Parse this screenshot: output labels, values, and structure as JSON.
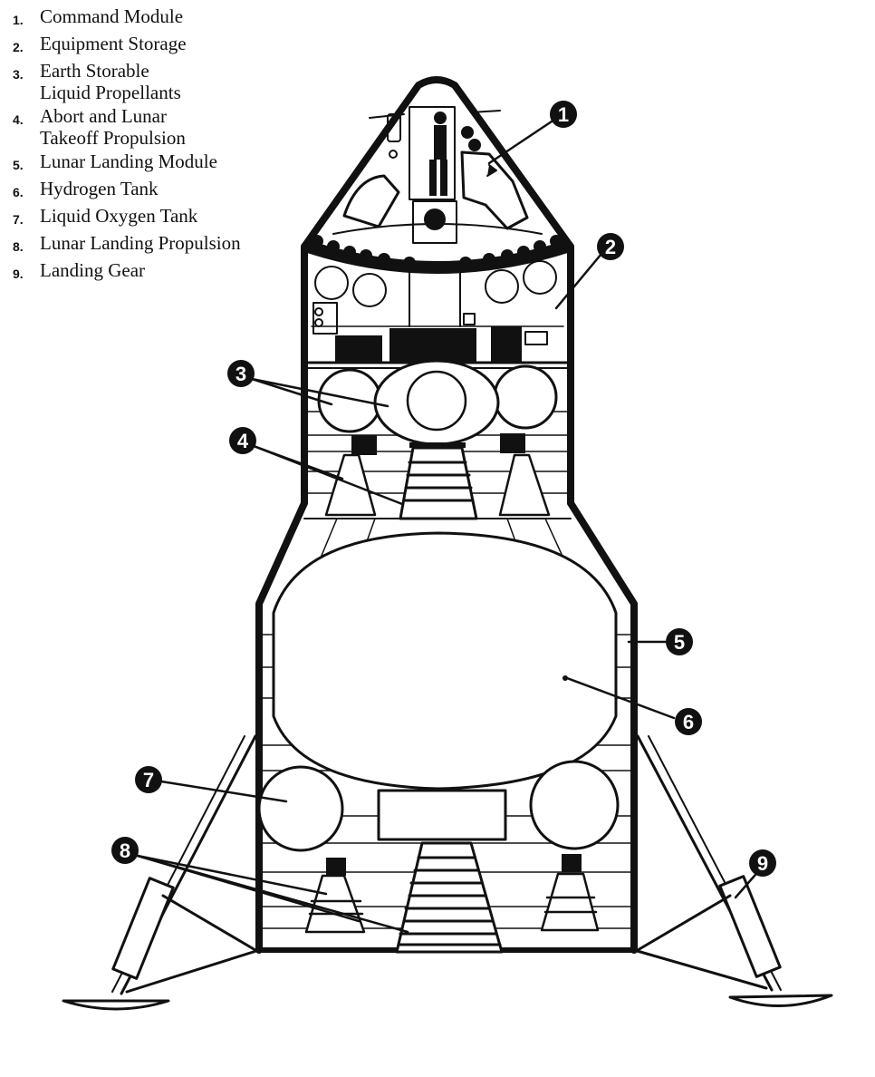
{
  "legend": [
    {
      "num": "1.",
      "label": "Command Module"
    },
    {
      "num": "2.",
      "label": "Equipment Storage"
    },
    {
      "num": "3.",
      "label": "Earth Storable\nLiquid Propellants"
    },
    {
      "num": "4.",
      "label": "Abort and Lunar\nTakeoff Propulsion"
    },
    {
      "num": "5.",
      "label": "Lunar Landing Module"
    },
    {
      "num": "6.",
      "label": "Hydrogen Tank"
    },
    {
      "num": "7.",
      "label": "Liquid Oxygen Tank"
    },
    {
      "num": "8.",
      "label": "Lunar Landing Propulsion"
    },
    {
      "num": "9.",
      "label": "Landing Gear"
    }
  ],
  "callouts": [
    "1",
    "2",
    "3",
    "4",
    "5",
    "6",
    "7",
    "8",
    "9"
  ],
  "colors": {
    "ink": "#111111",
    "paper": "#ffffff"
  }
}
